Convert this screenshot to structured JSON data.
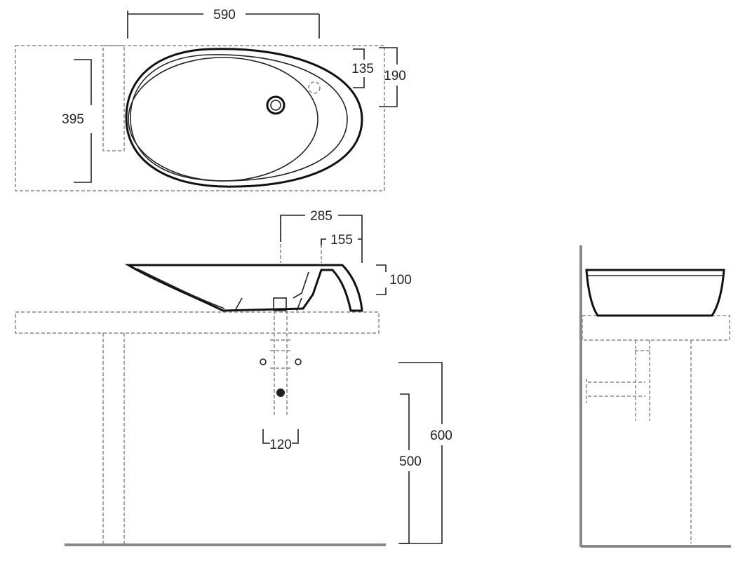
{
  "dimensions": {
    "width_590": "590",
    "depth_395": "395",
    "drain_offset_135": "135",
    "overflow_offset_190": "190",
    "side_285": "285",
    "side_155": "155",
    "height_100": "100",
    "valve_spacing_120": "120",
    "counter_height_600": "600",
    "drain_height_500": "500"
  }
}
